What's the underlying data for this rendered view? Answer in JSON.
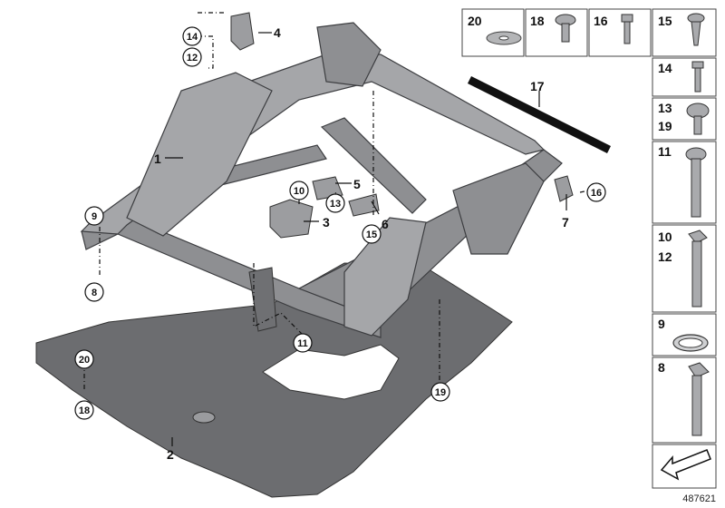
{
  "callouts": {
    "c1": "1",
    "c2": "2",
    "c3": "3",
    "c4": "4",
    "c5": "5",
    "c6": "6",
    "c7": "7",
    "c17": "17",
    "c8": "8",
    "c9": "9",
    "c10": "10",
    "c11": "11",
    "c12": "12",
    "c13": "13",
    "c14": "14",
    "c15": "15",
    "c16": "16",
    "c18": "18",
    "c19": "19",
    "c20": "20"
  },
  "parts_panel": {
    "top_row": [
      "20",
      "18",
      "16",
      "15"
    ],
    "column": [
      {
        "labels": [
          "14"
        ]
      },
      {
        "labels": [
          "13",
          "19"
        ]
      },
      {
        "labels": [
          "11"
        ]
      },
      {
        "labels": [
          "10",
          "12"
        ]
      },
      {
        "labels": [
          "9"
        ]
      },
      {
        "labels": [
          "8"
        ]
      }
    ]
  },
  "diagram_id": "487621",
  "colors": {
    "frame": "#8e8f92",
    "shield": "#6c6d70",
    "line": "#111111"
  }
}
